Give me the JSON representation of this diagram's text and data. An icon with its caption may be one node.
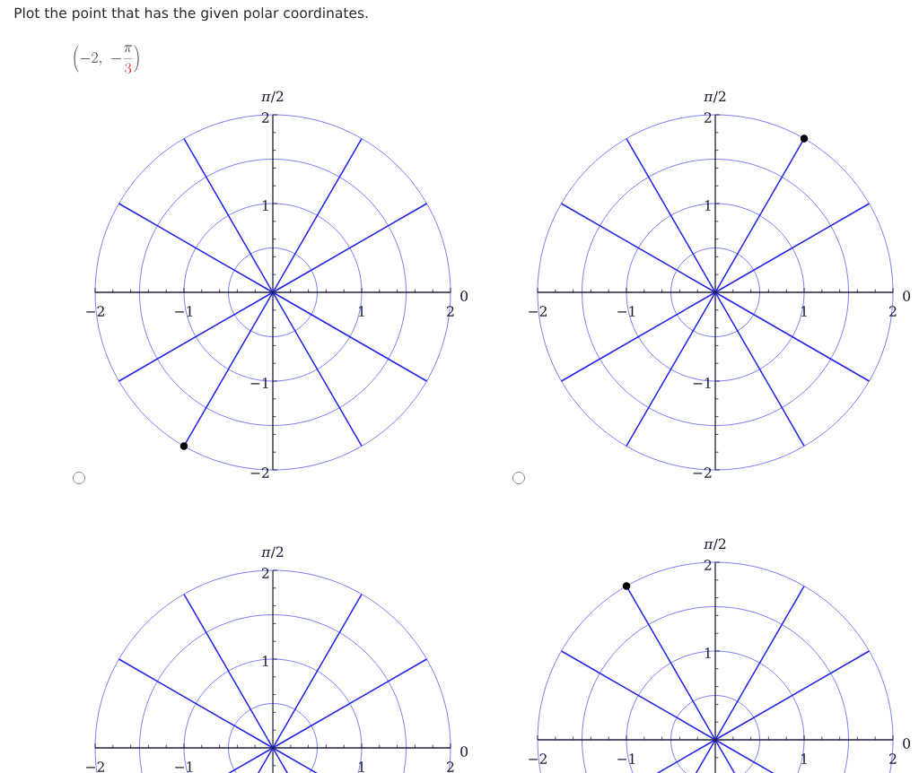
{
  "diagram": {
    "title": "Plot the point that has the given polar coordinates.",
    "nodes": [
      {
        "text": [
          "*π*/2",
          "2",
          "1",
          "0",
          "−2",
          "−1",
          "1",
          "2",
          "−1",
          "−2"
        ]
      },
      {
        "text": [],
        "shape": "circle",
        "in": 0
      },
      {
        "text": [
          "*π*/2",
          "2",
          "1",
          "0",
          "−2",
          "−1",
          "1",
          "2",
          "−1",
          "−2"
        ]
      },
      {
        "text": [],
        "shape": "circle",
        "in": 2
      },
      {
        "text": [
          "*π*/2",
          "2",
          "1",
          "0",
          "−2",
          "−1",
          "1",
          "2"
        ]
      },
      {
        "text": [
          "*π*/2",
          "2",
          "1",
          "0",
          "−2",
          "−1",
          "1",
          "2"
        ]
      },
      {
        "text": [],
        "shape": "circle",
        "in": 5
      }
    ],
    "labels": [
      "\\left(-2,\\ -\\frac{\\pi}{\\textcolor{red}{3}}\\right)"
    ]
  }
}
